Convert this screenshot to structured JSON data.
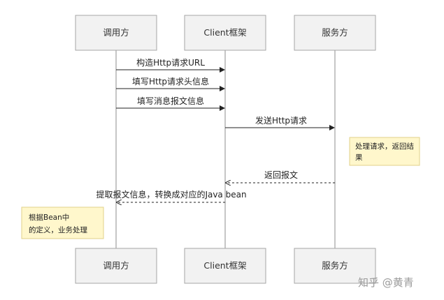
{
  "participants": {
    "caller": "调用方",
    "client": "Client框架",
    "server": "服务方"
  },
  "messages": {
    "m1": "构造Http请求URL",
    "m2": "填写Http请求头信息",
    "m3": "填写消息报文信息",
    "m4": "发送Http请求",
    "m5": "返回报文",
    "m6": "提取报文信息，转换成对应的Java bean"
  },
  "notes": {
    "server_line1": "处理请求，返回结",
    "server_line2": "果",
    "caller_line1": "根据Bean中",
    "caller_line2": "的定义，业务处理"
  },
  "watermark": "知乎 @黄青"
}
